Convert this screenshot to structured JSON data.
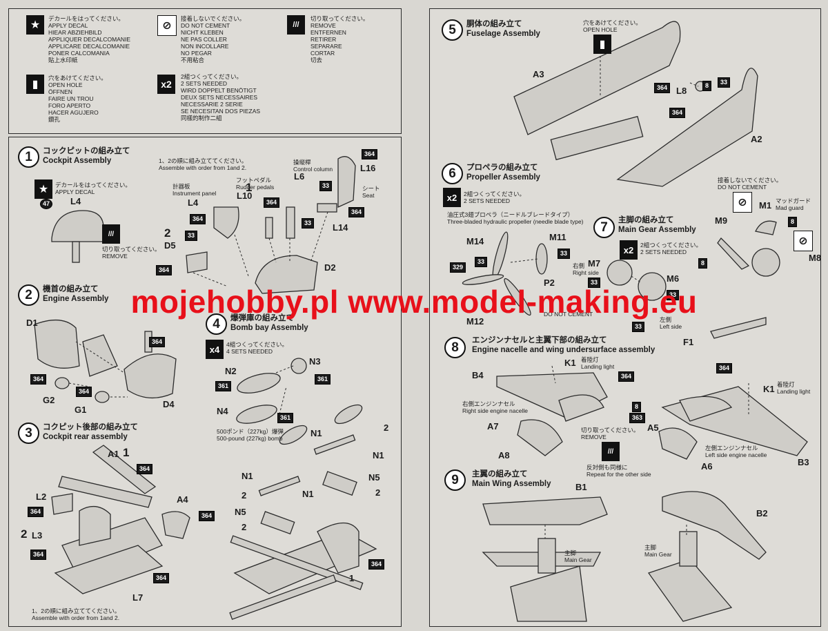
{
  "legend": {
    "apply_decal": [
      "デカールをはってください。",
      "APPLY DECAL",
      "HIEAR ABZIEHBILD",
      "APPLIQUER DECALCOMANIE",
      "APPLICARE DECALCOMANIE",
      "PONER CALCOMANIA",
      "貼上水印紙"
    ],
    "do_not_cement": [
      "接着しないでください。",
      "DO NOT CEMENT",
      "NICHT KLEBEN",
      "NE PAS COLLER",
      "NON INCOLLARE",
      "NO PEGAR",
      "不用粘合"
    ],
    "remove": [
      "切り取ってください。",
      "REMOVE",
      "ENTFERNEN",
      "RETIRER",
      "SEPARARE",
      "CORTAR",
      "切去"
    ],
    "open_hole": [
      "穴をあけてください。",
      "OPEN HOLE",
      "ÖFFNEN",
      "FAIRE UN TROU",
      "FORO APERTO",
      "HACER AGUJERO",
      "鑽孔"
    ],
    "two_sets": [
      "2組つくってください。",
      "2 SETS NEEDED",
      "WIRD DOPPELT BENÖTIGT",
      "DEUX SETS NECESSAIRES",
      "NECESSARIE 2 SERIE",
      "SE NECESITAN DOS PIEZAS",
      "同樣的制作二組"
    ],
    "x2": "x2"
  },
  "steps": {
    "s1": {
      "num": "1",
      "jp": "コックピットの組み立て",
      "en": "Cockpit Assembly"
    },
    "s2": {
      "num": "2",
      "jp": "機首の組み立て",
      "en": "Engine Assembly"
    },
    "s3": {
      "num": "3",
      "jp": "コクピット後部の組み立て",
      "en": "Cockpit rear assembly"
    },
    "s4": {
      "num": "4",
      "jp": "爆弾庫の組み立て",
      "en": "Bomb bay Assembly"
    },
    "s5": {
      "num": "5",
      "jp": "胴体の組み立て",
      "en": "Fuselage Assembly"
    },
    "s6": {
      "num": "6",
      "jp": "プロペラの組み立て",
      "en": "Propeller Assembly"
    },
    "s7": {
      "num": "7",
      "jp": "主脚の組み立て",
      "en": "Main Gear Assembly"
    },
    "s8": {
      "num": "8",
      "jp": "エンジンナセルと主翼下部の組み立て",
      "en": "Engine nacelle and wing undersurface assembly"
    },
    "s9": {
      "num": "9",
      "jp": "主翼の組み立て",
      "en": "Main Wing Assembly"
    }
  },
  "notes": {
    "order12_jp": "1、2の順に組み立ててください。",
    "order12_en": "Assemble with order from 1and 2.",
    "order12_en_b": "Assemble with order from 1and 2.",
    "apply_decal_jp": "デカールをはってください。",
    "apply_decal_en": "APPLY DECAL",
    "remove_jp": "切り取ってください。",
    "remove_en": "REMOVE",
    "instrument_jp": "計器板",
    "instrument_en": "Instrument panel",
    "rudder_jp": "フットペダル",
    "rudder_en": "Rudder pedals",
    "control_jp": "操縦桿",
    "control_en": "Control column",
    "seat_jp": "シート",
    "seat_en": "Seat",
    "x4_jp": "4組つくってください。",
    "x4_en": "4 SETS NEEDED",
    "bomb_jp": "500ポンド（227kg）爆弾",
    "bomb_en": "500-pound (227kg) bomb",
    "openhole_jp": "穴をあけてください。",
    "openhole_en": "OPEN HOLE",
    "twosets_jp": "2組つくってください。",
    "twosets_en": "2 SETS NEEDED",
    "prop_jp": "油圧式3翅プロペラ（ニードルブレードタイプ）",
    "prop_en": "Three-bladed hydraulic propeller (needle blade type)",
    "dnc_jp": "接着しないでください。",
    "dnc_en": "DO NOT CEMENT",
    "mudguard_jp": "マッドガード",
    "mudguard_en": "Mad guard",
    "right_jp": "右側",
    "right_en": "Right side",
    "left_jp": "左側",
    "left_en": "Left side",
    "landing_jp": "着陸灯",
    "landing_en": "Landing light",
    "rnacelle_jp": "右側エンジンナセル",
    "rnacelle_en": "Right side engine nacelle",
    "lnacelle_jp": "左側エンジンナセル",
    "lnacelle_en": "Left side engine nacelle",
    "repeat_jp": "反対側も同様に",
    "repeat_en": "Repeat for the other side",
    "maingear_jp": "主脚",
    "maingear_en": "Main Gear"
  },
  "parts": {
    "L4": "L4",
    "L10": "L10",
    "L6": "L6",
    "L16": "L16",
    "L14": "L14",
    "D5": "D5",
    "D2": "D2",
    "D1": "D1",
    "D4": "D4",
    "G1": "G1",
    "G2": "G2",
    "A1": "A1",
    "A4": "A4",
    "L2": "L2",
    "L3": "L3",
    "L7": "L7",
    "N1": "N1",
    "N2": "N2",
    "N3": "N3",
    "N4": "N4",
    "N5": "N5",
    "A2": "A2",
    "A3": "A3",
    "L8": "L8",
    "M1": "M1",
    "M6": "M6",
    "M7": "M7",
    "M8": "M8",
    "M9": "M9",
    "M11": "M11",
    "M12": "M12",
    "M14": "M14",
    "P2": "P2",
    "F1": "F1",
    "B1": "B1",
    "B2": "B2",
    "B3": "B3",
    "B4": "B4",
    "A5": "A5",
    "A6": "A6",
    "A7": "A7",
    "A8": "A8",
    "K1": "K1"
  },
  "colors": {
    "p364": "364",
    "p33": "33",
    "p361": "361",
    "p329": "329",
    "p363": "363",
    "p8": "8",
    "p47": "47"
  },
  "num_tags": {
    "one": "1",
    "two": "2"
  },
  "watermark": "mojehobby.pl www.model-making.eu"
}
